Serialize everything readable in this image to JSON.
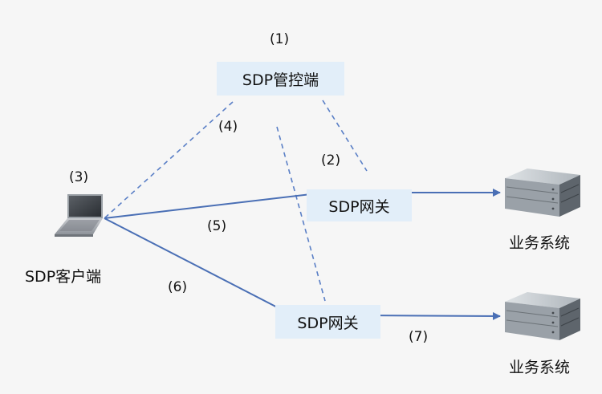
{
  "controller": {
    "label": "SDP管控端"
  },
  "gateway_top": {
    "label": "SDP网关"
  },
  "gateway_bottom": {
    "label": "SDP网关"
  },
  "client": {
    "label": "SDP客户端"
  },
  "business_top": {
    "label": "业务系统"
  },
  "business_bottom": {
    "label": "业务系统"
  },
  "steps": {
    "s1": "(1)",
    "s2": "(2)",
    "s3": "(3)",
    "s4": "(4)",
    "s5": "(5)",
    "s6": "(6)",
    "s7": "(7)"
  },
  "colors": {
    "arrow": "#4a6fb5",
    "dashed": "#5a7fc6",
    "box_fill": "#e2eef9",
    "background": "#f6f6f6"
  },
  "icons": {
    "client": "laptop-icon",
    "business": "server-rack-icon"
  }
}
